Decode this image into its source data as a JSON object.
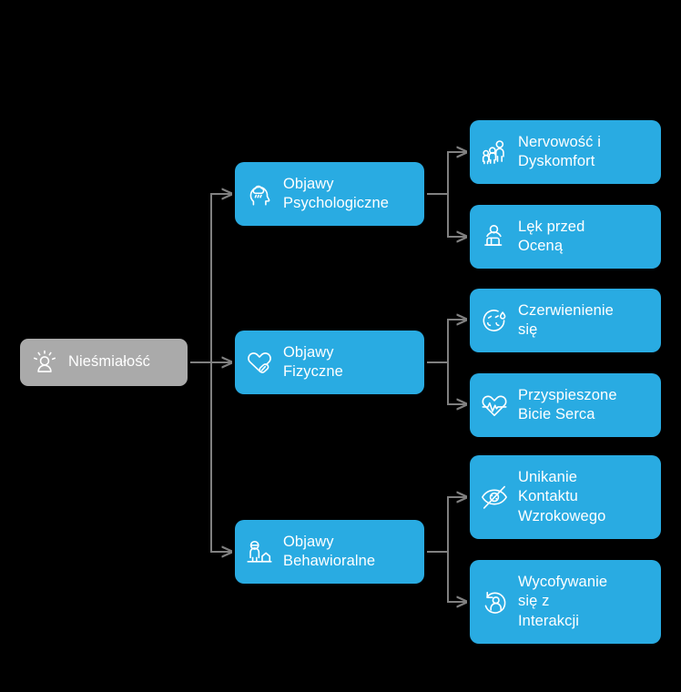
{
  "diagram": {
    "title_text": "Nieśmiałość",
    "background_color": "#000000",
    "root_color": "#aaaaaa",
    "node_color": "#29abe2",
    "connector_color": "#808080",
    "text_color": "#ffffff",
    "root": {
      "label": "Nieśmiałość",
      "icon": "shy-person-icon"
    },
    "categories": [
      {
        "label": "Objawy\nPsychologiczne",
        "icon": "head-with-rain-cloud-icon",
        "children": [
          {
            "label": "Nervowość i\nDyskomfort",
            "icon": "nervous-people-icon"
          },
          {
            "label": "Lęk przed\nOceną",
            "icon": "person-being-judged-icon"
          }
        ]
      },
      {
        "label": "Objawy\nFizyczne",
        "icon": "heart-with-pill-icon",
        "children": [
          {
            "label": "Czerwienienie\nsię",
            "icon": "blushing-face-icon"
          },
          {
            "label": "Przyspieszone\nBicie Serca",
            "icon": "heartbeat-icon"
          }
        ]
      },
      {
        "label": "Objawy\nBehawioralne",
        "icon": "person-at-home-icon",
        "children": [
          {
            "label": "Unikanie\nKontaktu\nWzrokowego",
            "icon": "eye-crossed-out-icon"
          },
          {
            "label": "Wycofywanie\nsię z\nInterakcji",
            "icon": "person-withdrawing-icon"
          }
        ]
      }
    ]
  }
}
